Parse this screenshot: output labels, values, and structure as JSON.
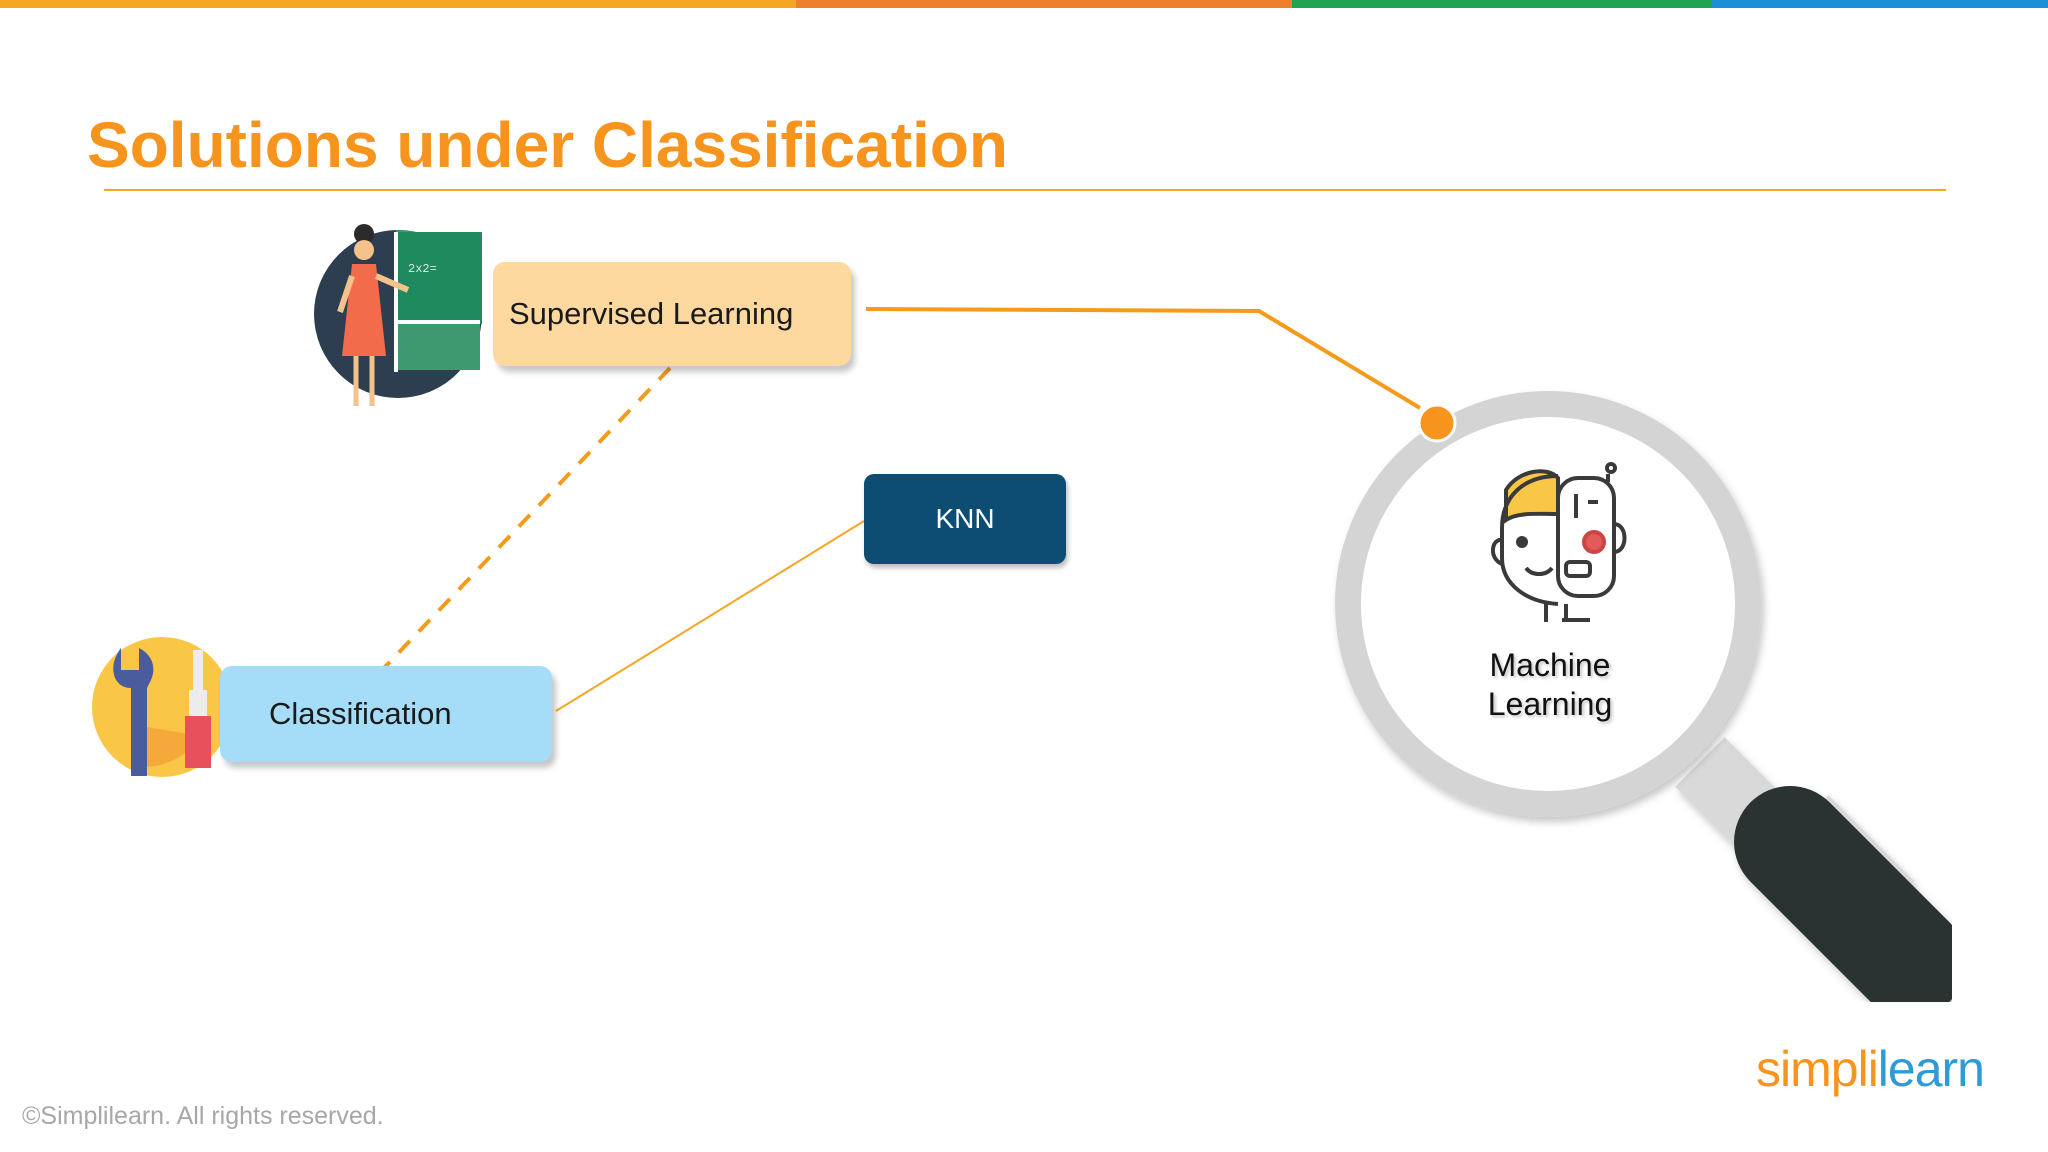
{
  "slide": {
    "title": "Solutions under Classification",
    "footer": "©Simplilearn. All rights reserved."
  },
  "brand": {
    "logo_part1": "simpl",
    "logo_part2": "i",
    "logo_part3": "learn",
    "top_bar_colors": [
      "#F5A623",
      "#EE7F2D",
      "#1FA353",
      "#1D8FD6"
    ],
    "title_color": "#F7941D"
  },
  "nodes": {
    "supervised": {
      "label": "Supervised Learning",
      "icon": "teacher-icon",
      "color": "#FDD9A0"
    },
    "classification": {
      "label": "Classification",
      "icon": "tools-icon",
      "color": "#A5DDF9"
    },
    "knn": {
      "label": "KNN",
      "color": "#0E4D73"
    },
    "machine_learning": {
      "line1": "Machine",
      "line2": "Learning",
      "icon": "human-robot-face-icon"
    }
  }
}
